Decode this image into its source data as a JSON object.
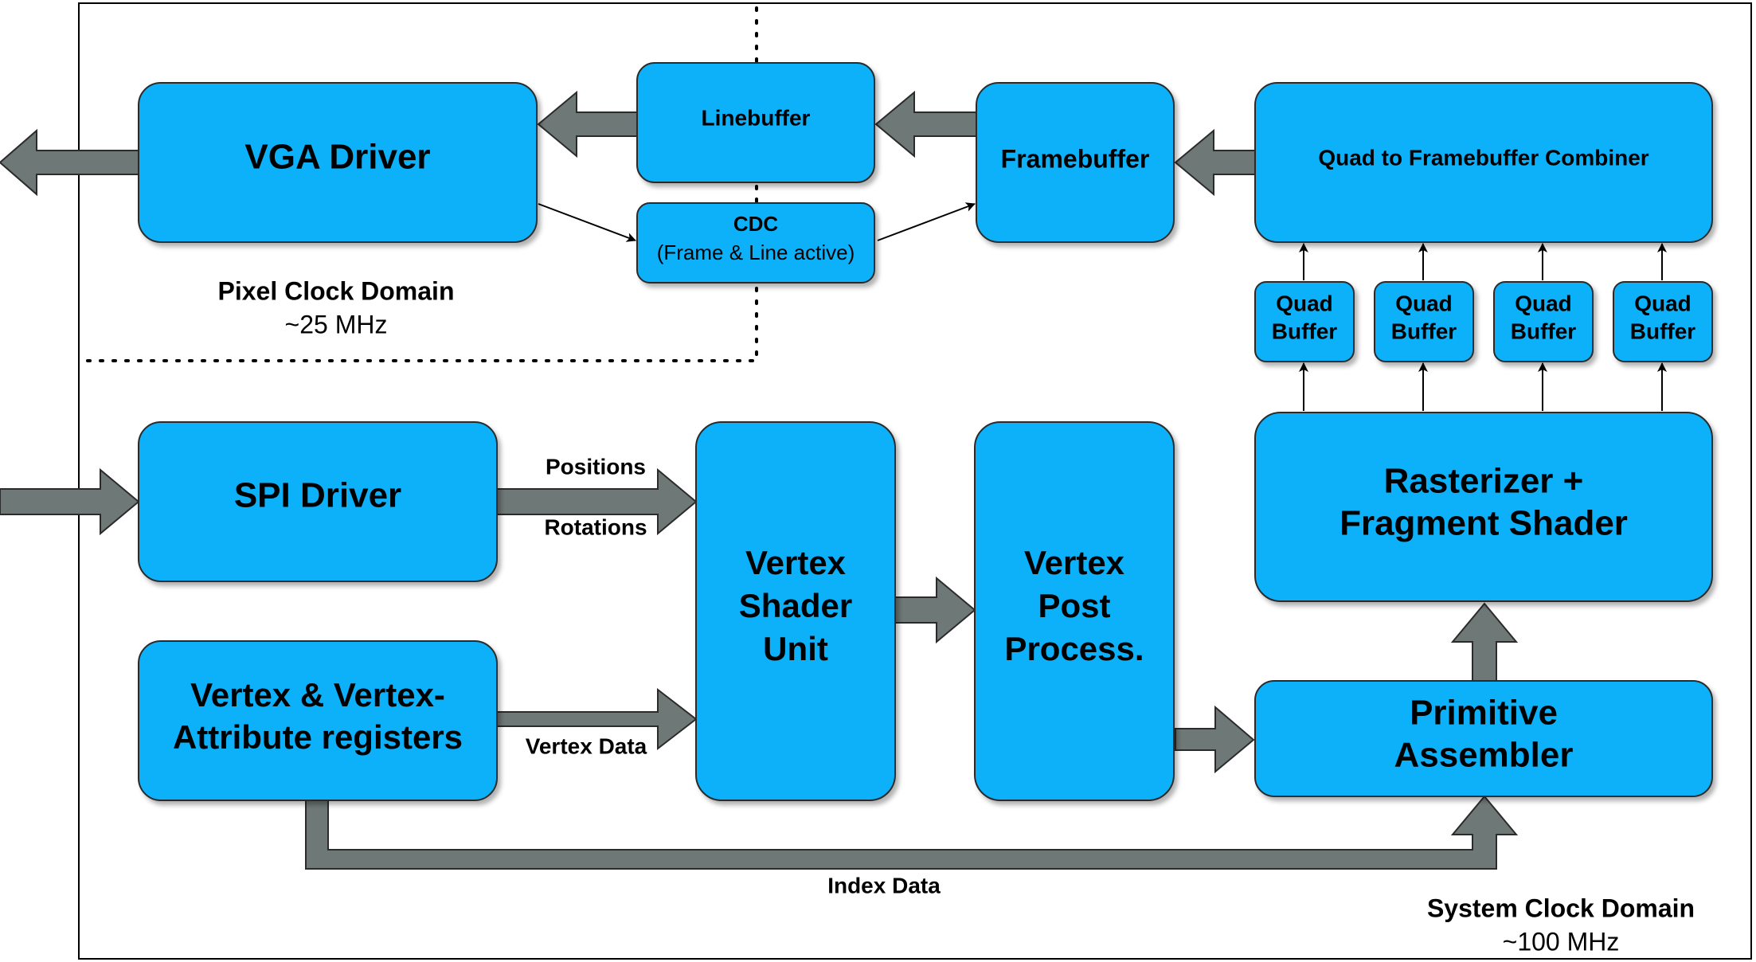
{
  "blocks": {
    "vga_driver": "VGA Driver",
    "linebuffer": "Linebuffer",
    "cdc_title": "CDC",
    "cdc_subtitle": "(Frame & Line active)",
    "framebuffer": "Framebuffer",
    "quad_combiner": "Quad to Framebuffer Combiner",
    "quad_buffers": [
      [
        "Quad",
        "Buffer"
      ],
      [
        "Quad",
        "Buffer"
      ],
      [
        "Quad",
        "Buffer"
      ],
      [
        "Quad",
        "Buffer"
      ]
    ],
    "spi_driver": "SPI Driver",
    "vertex_registers": [
      "Vertex & Vertex-",
      "Attribute registers"
    ],
    "vertex_shader": [
      "Vertex",
      "Shader",
      "Unit"
    ],
    "vertex_post": [
      "Vertex",
      "Post",
      "Process."
    ],
    "rasterizer": [
      "Rasterizer +",
      "Fragment Shader"
    ],
    "primitive_assembler": [
      "Primitive",
      "Assembler"
    ]
  },
  "edge_labels": {
    "positions": "Positions",
    "rotations": "Rotations",
    "vertex_data": "Vertex Data",
    "index_data": "Index Data"
  },
  "domains": {
    "pixel": {
      "name": "Pixel Clock Domain",
      "freq": "~25 MHz"
    },
    "system": {
      "name": "System Clock Domain",
      "freq": "~100 MHz"
    }
  },
  "colors": {
    "block_fill": "#0fb1f9",
    "arrow_fill": "#6e7877",
    "stroke": "#2b2b2b"
  }
}
